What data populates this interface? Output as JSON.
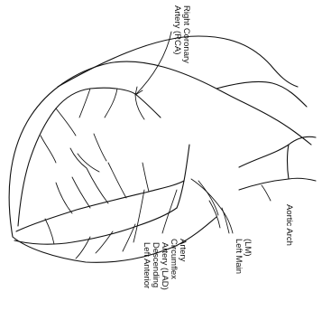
{
  "labels": {
    "rca_line1": "Right Coronary",
    "rca_line2": "Artery (RCA)",
    "aortic_arch": "Aortic Arch",
    "left_main_line1": "Left Main",
    "left_main_line2": "(LM)",
    "circumflex_line1": "Circumflex",
    "circumflex_line2": "Artery",
    "lad_line1": "Left Anterior",
    "lad_line2": "Descending",
    "lad_line3": "Artery (LAD)"
  }
}
